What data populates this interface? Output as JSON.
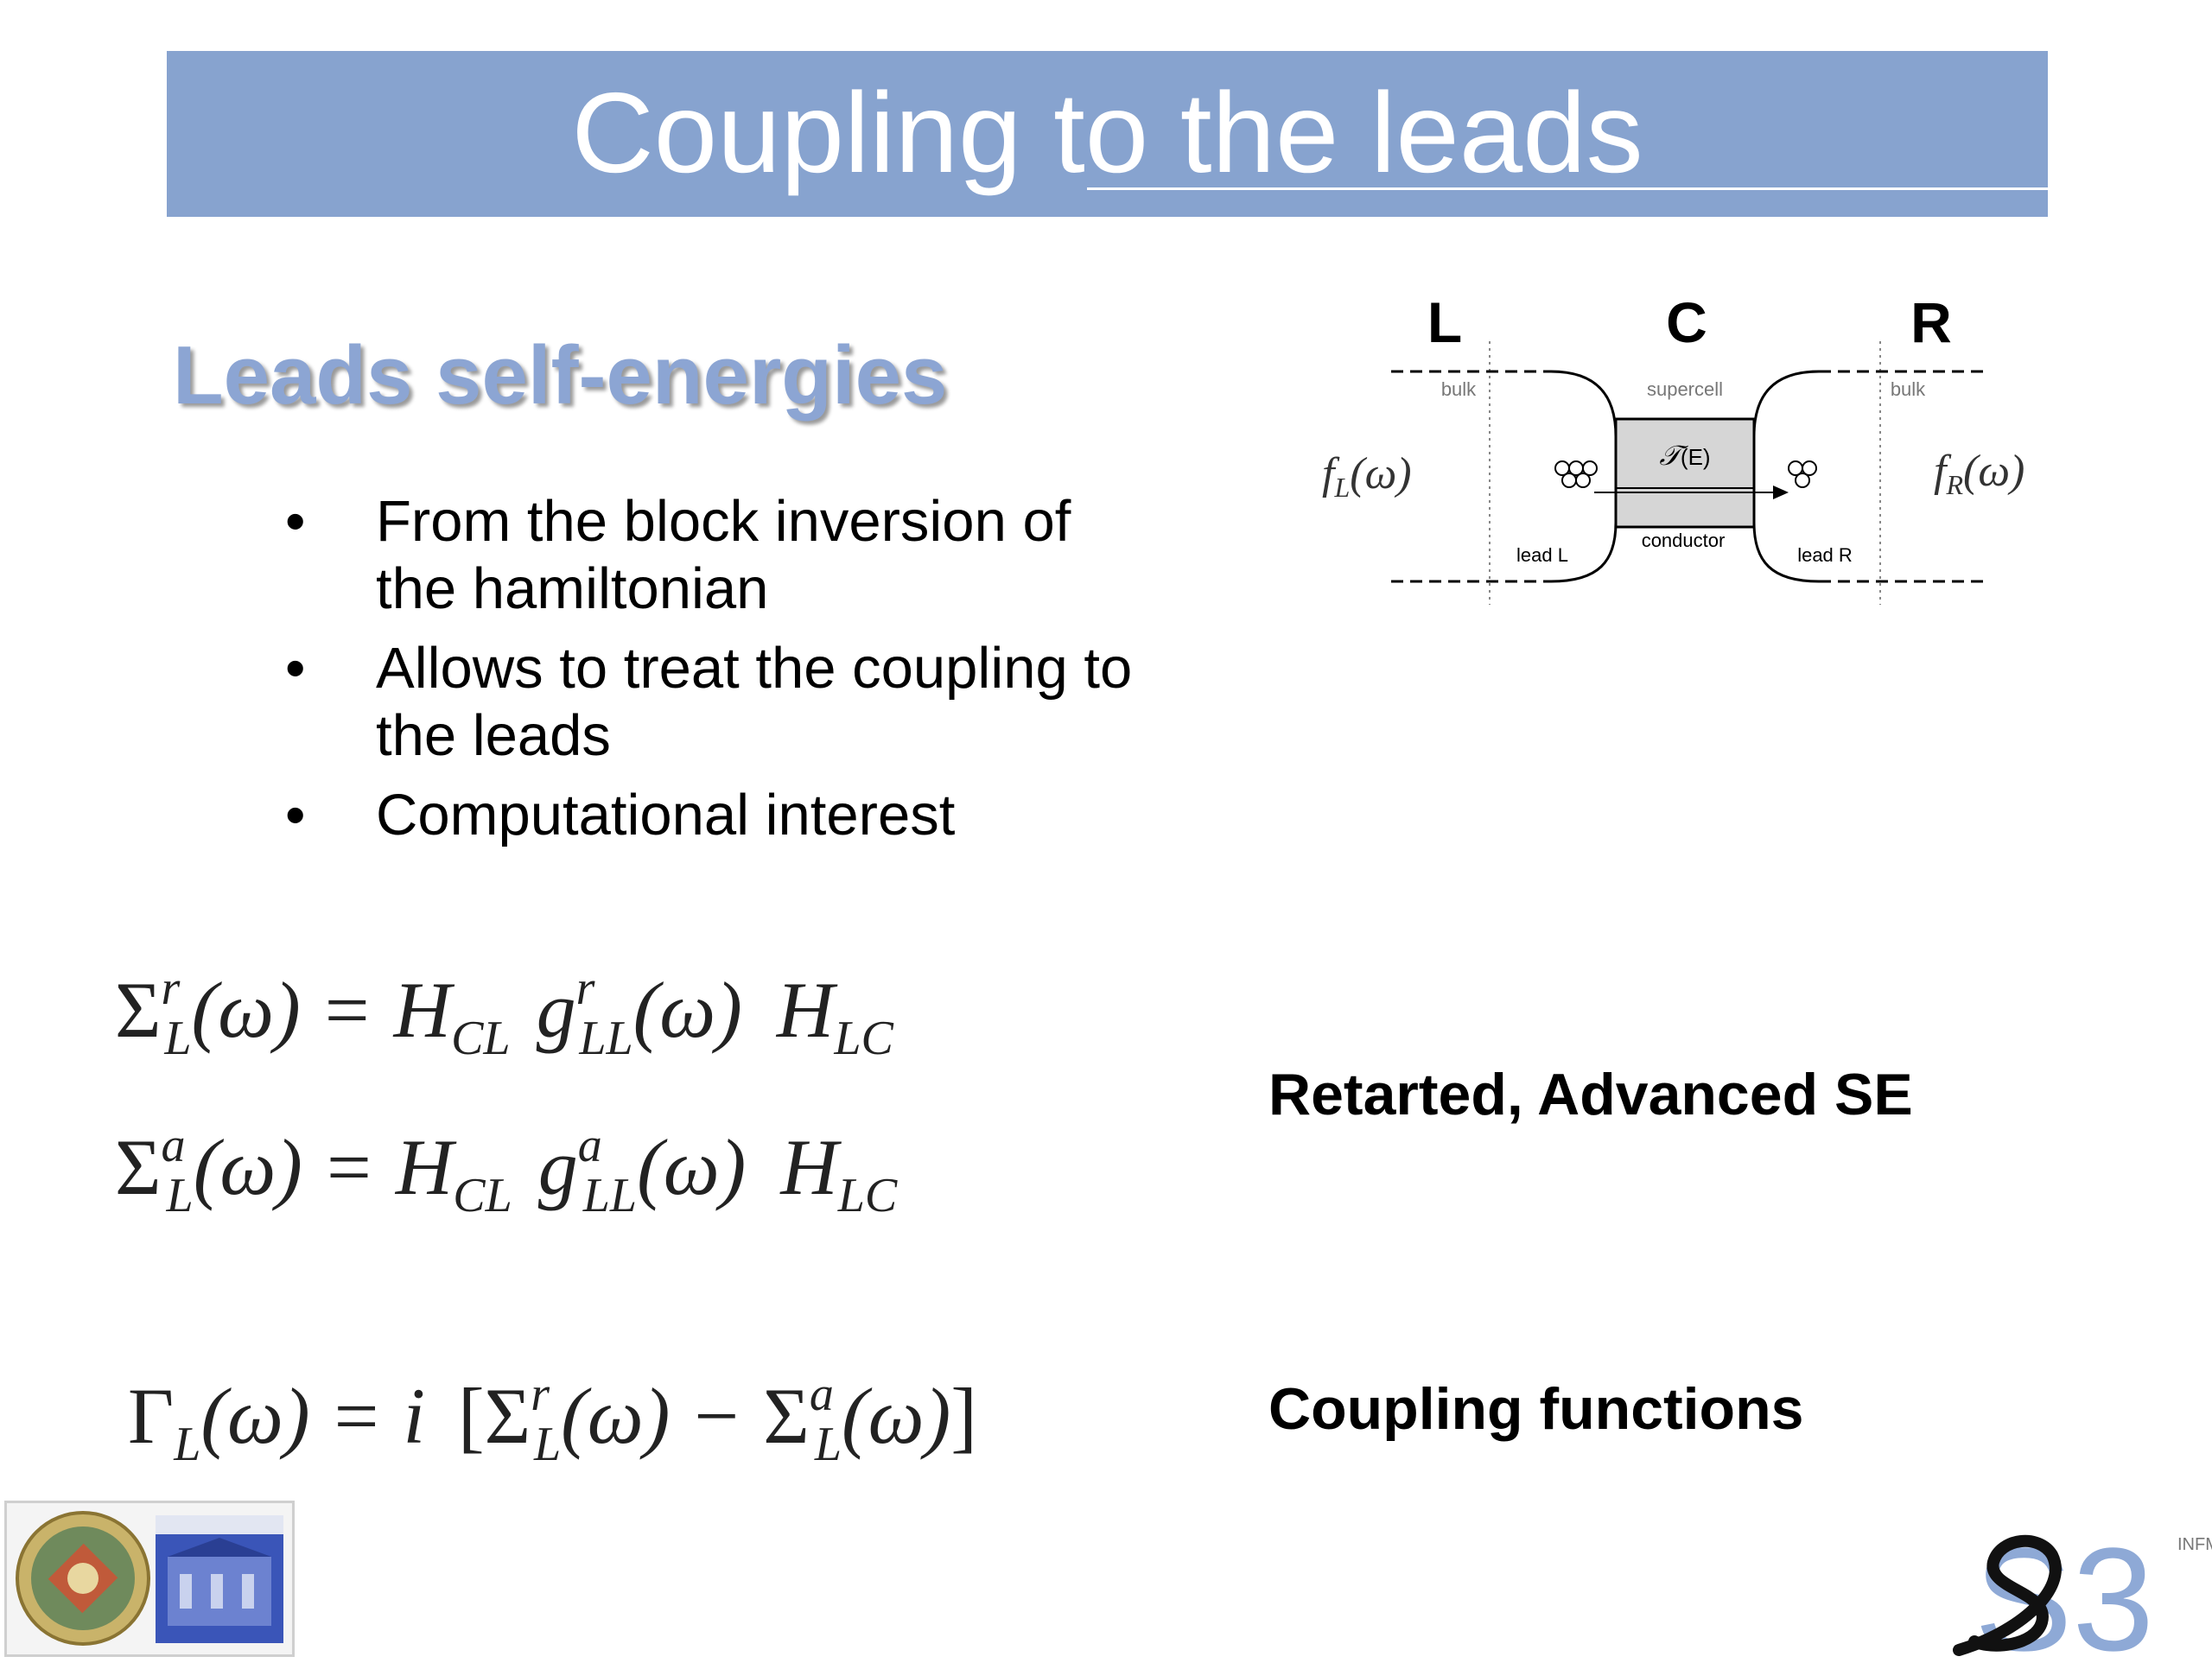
{
  "slide": {
    "title": "Coupling to the leads",
    "heading": "Leads self-energies",
    "bullets": [
      "From the block inversion of the hamiltonian",
      "Allows to treat the coupling to the leads",
      "Computational interest"
    ],
    "labels": {
      "retarded_advanced": "Retarted, Advanced SE",
      "coupling": "Coupling functions"
    }
  },
  "diagram": {
    "region_L": "L",
    "region_C": "C",
    "region_R": "R",
    "bulk_left": "bulk",
    "bulk_right": "bulk",
    "supercell": "supercell",
    "transmission_symbol": "𝒯",
    "transmission_arg": "(E)",
    "conductor": "conductor",
    "lead_left": "lead L",
    "lead_right": "lead R",
    "f_left": "f",
    "f_left_sub": "L",
    "f_right": "f",
    "f_right_sub": "R",
    "omega_arg": "(ω)"
  },
  "formulas": {
    "sigma": "Σ",
    "g": "g",
    "gamma": "Γ",
    "H": "H",
    "i": "i",
    "sup_r": "r",
    "sup_a": "a",
    "sub_L": "L",
    "sub_CL": "CL",
    "sub_LL": "LL",
    "sub_LC": "LC",
    "omega": "(ω)",
    "equals": "=",
    "minus": "−",
    "lbracket": "[",
    "rbracket": "]"
  },
  "logos": {
    "right_logo_text": "S3",
    "right_logo_sup": "INFM"
  },
  "colors": {
    "title_bar": "#87a3cf",
    "heading": "#8ca5d3",
    "logo_blue": "#8ea9d6"
  }
}
